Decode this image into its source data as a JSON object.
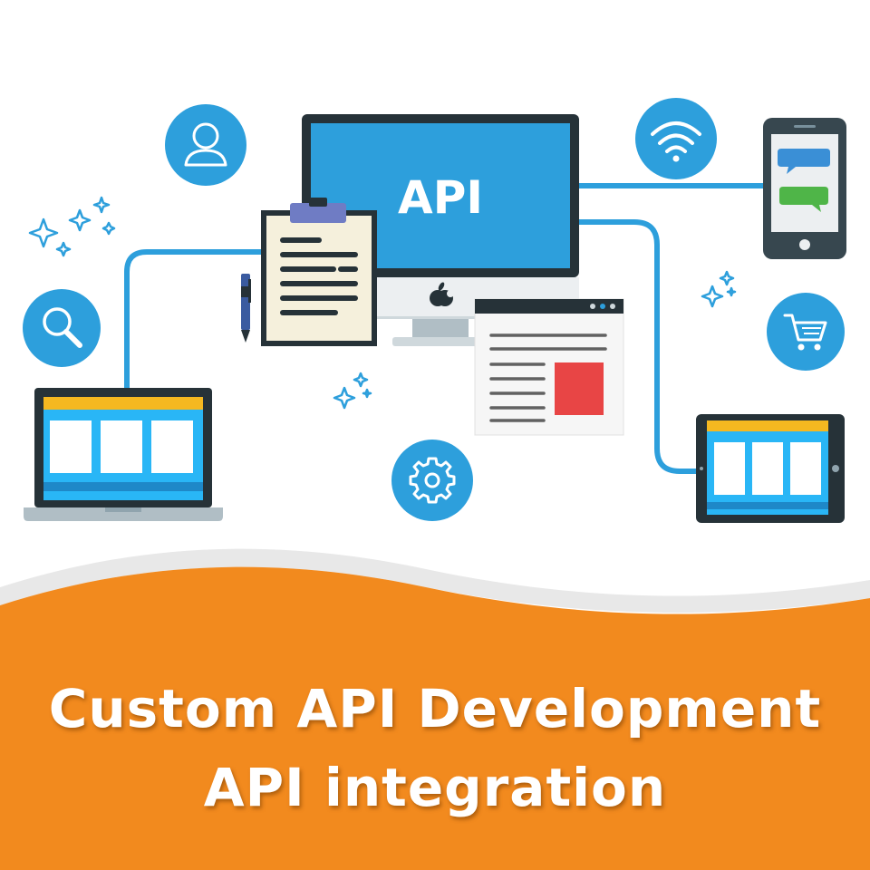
{
  "screen_label": "API",
  "caption": {
    "line1": "Custom API Development",
    "line2": "API integration"
  },
  "icons": [
    "user-icon",
    "wifi-icon",
    "search-icon",
    "cart-icon",
    "gear-icon",
    "apple-logo-icon",
    "sparkle-icon"
  ],
  "colors": {
    "accent_blue": "#2d9fdc",
    "banner_orange": "#f28a1e",
    "device_dark": "#263238",
    "laptop_bar_yellow": "#f5b820",
    "web_block_red": "#e84545",
    "message_blue": "#3a8fd6",
    "message_green": "#4fb548"
  }
}
